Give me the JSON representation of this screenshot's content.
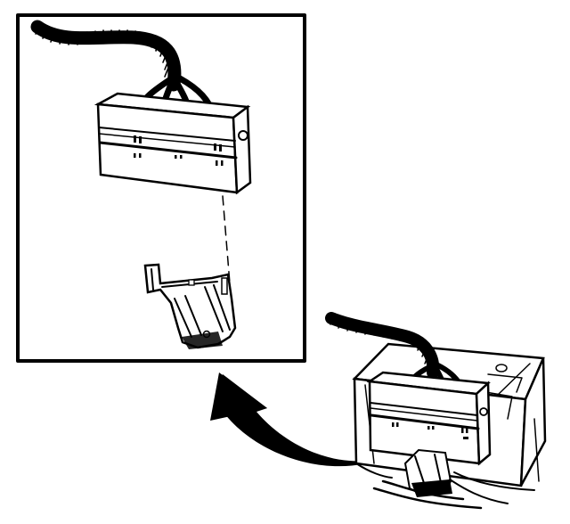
{
  "diagram": {
    "ink_color": "#000000",
    "background_color": "#ffffff",
    "elements": [
      {
        "id": "detail-frame",
        "kind": "inset-frame"
      },
      {
        "id": "harness-connector",
        "kind": "wired-connector-block"
      },
      {
        "id": "mounting-bracket",
        "kind": "bracket"
      },
      {
        "id": "assembly",
        "kind": "housing-with-connector"
      },
      {
        "id": "callout-arrow",
        "kind": "curved-arrow",
        "from": "assembly",
        "to": "detail-frame"
      }
    ]
  }
}
